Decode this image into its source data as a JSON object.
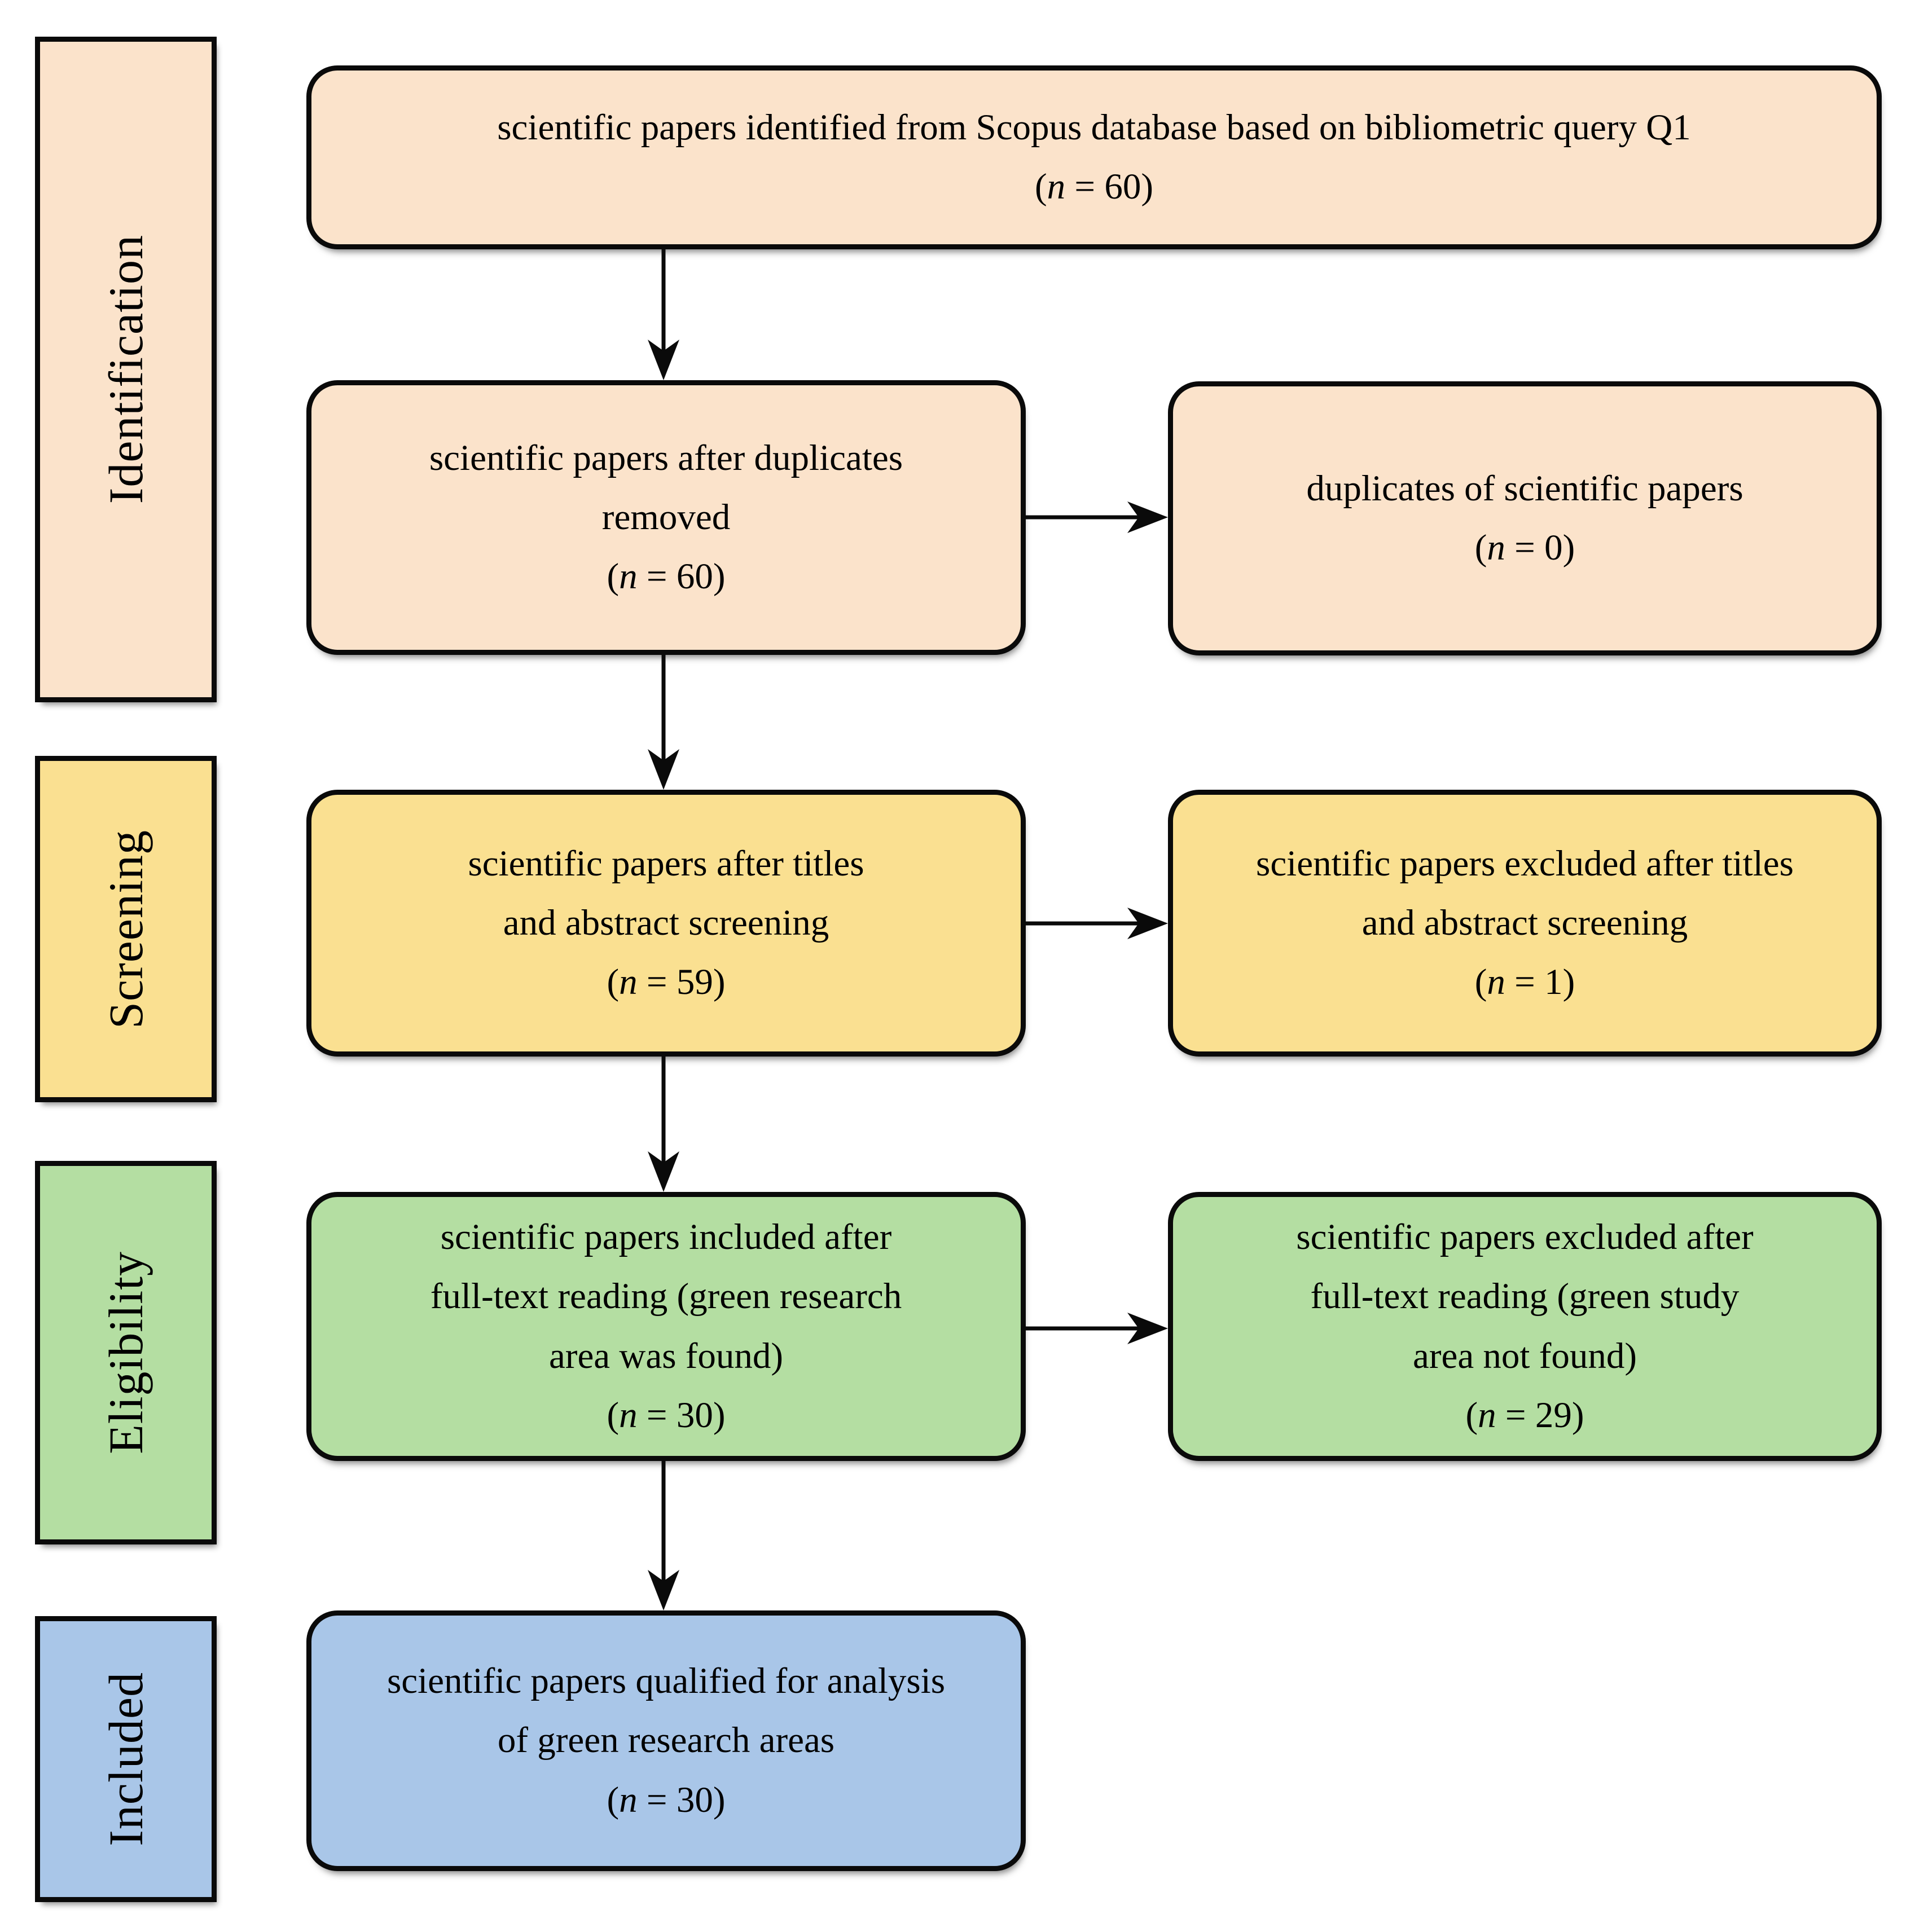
{
  "figure": {
    "type": "prisma-flow-diagram",
    "background_color": "#ffffff",
    "text_color": "#000000",
    "border_color": "#0a0a0a"
  },
  "stages": [
    {
      "label": "Identification",
      "color": "#FBE3CB"
    },
    {
      "label": "Screening",
      "color": "#FAE091"
    },
    {
      "label": "Eligibility",
      "color": "#B4DEA2"
    },
    {
      "label": "Included",
      "color": "#A9C6E8"
    }
  ],
  "flow_boxes": [
    {
      "stage": "Identification",
      "color": "#FBE3CB",
      "lines": [
        "scientific papers identified from Scopus database based on bibliometric query Q1"
      ],
      "count_prefix": "(",
      "count_var": "n",
      "count_suffix": " = 60)"
    },
    {
      "stage": "Identification",
      "color": "#FBE3CB",
      "lines": [
        "scientific papers after duplicates",
        "removed"
      ],
      "count_prefix": "(",
      "count_var": "n",
      "count_suffix": " = 60)"
    },
    {
      "stage": "Identification",
      "color": "#FBE3CB",
      "lines": [
        "duplicates of scientific papers"
      ],
      "count_prefix": "(",
      "count_var": "n",
      "count_suffix": " = 0)"
    },
    {
      "stage": "Screening",
      "color": "#FAE091",
      "lines": [
        "scientific papers after titles",
        "and abstract screening"
      ],
      "count_prefix": "(",
      "count_var": "n",
      "count_suffix": " = 59)"
    },
    {
      "stage": "Screening",
      "color": "#FAE091",
      "lines": [
        "scientific papers excluded after titles",
        "and abstract screening"
      ],
      "count_prefix": "(",
      "count_var": "n",
      "count_suffix": " = 1)"
    },
    {
      "stage": "Eligibility",
      "color": "#B4DEA2",
      "lines": [
        "scientific papers included after",
        "full-text reading (green research",
        "area was found)"
      ],
      "count_prefix": "(",
      "count_var": "n",
      "count_suffix": " = 30)"
    },
    {
      "stage": "Eligibility",
      "color": "#B4DEA2",
      "lines": [
        "scientific papers excluded after",
        "full-text reading (green study",
        "area not found)"
      ],
      "count_prefix": "(",
      "count_var": "n",
      "count_suffix": " = 29)"
    },
    {
      "stage": "Included",
      "color": "#A9C6E8",
      "lines": [
        "scientific papers qualified for analysis",
        "of green research areas"
      ],
      "count_prefix": "(",
      "count_var": "n",
      "count_suffix": " = 30)"
    }
  ]
}
